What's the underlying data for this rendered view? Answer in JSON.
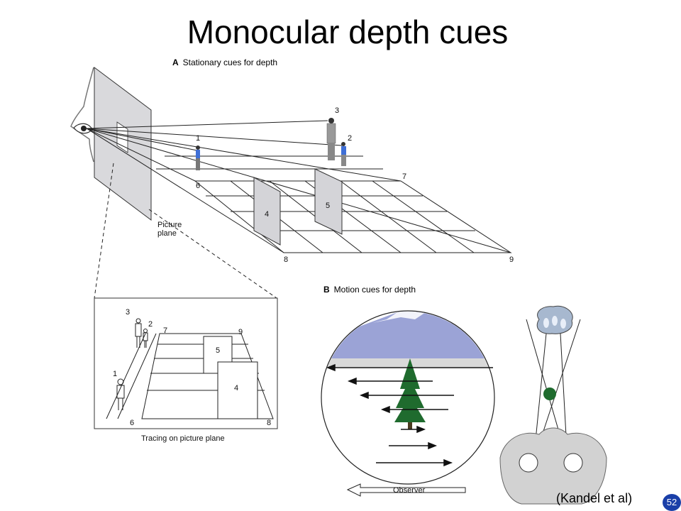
{
  "title": "Monocular depth cues",
  "panel_a": {
    "letter": "A",
    "label": "Stationary cues for depth",
    "picture_plane": [
      "Picture",
      "plane"
    ],
    "numbers": [
      "1",
      "2",
      "3",
      "4",
      "5",
      "6",
      "7",
      "8",
      "9"
    ]
  },
  "tracing": {
    "caption": "Tracing on picture plane",
    "numbers": [
      "1",
      "2",
      "3",
      "4",
      "5",
      "6",
      "7",
      "8",
      "9"
    ]
  },
  "panel_b": {
    "letter": "B",
    "label": "Motion cues for depth",
    "observer": "Observer"
  },
  "credit": "(Kandel et al)",
  "slide_number": "52",
  "colors": {
    "mountain": "#9ba3d6",
    "tree": "#1f6b2e",
    "plane": "#d9d9dc",
    "badge": "#1a3fa8"
  }
}
